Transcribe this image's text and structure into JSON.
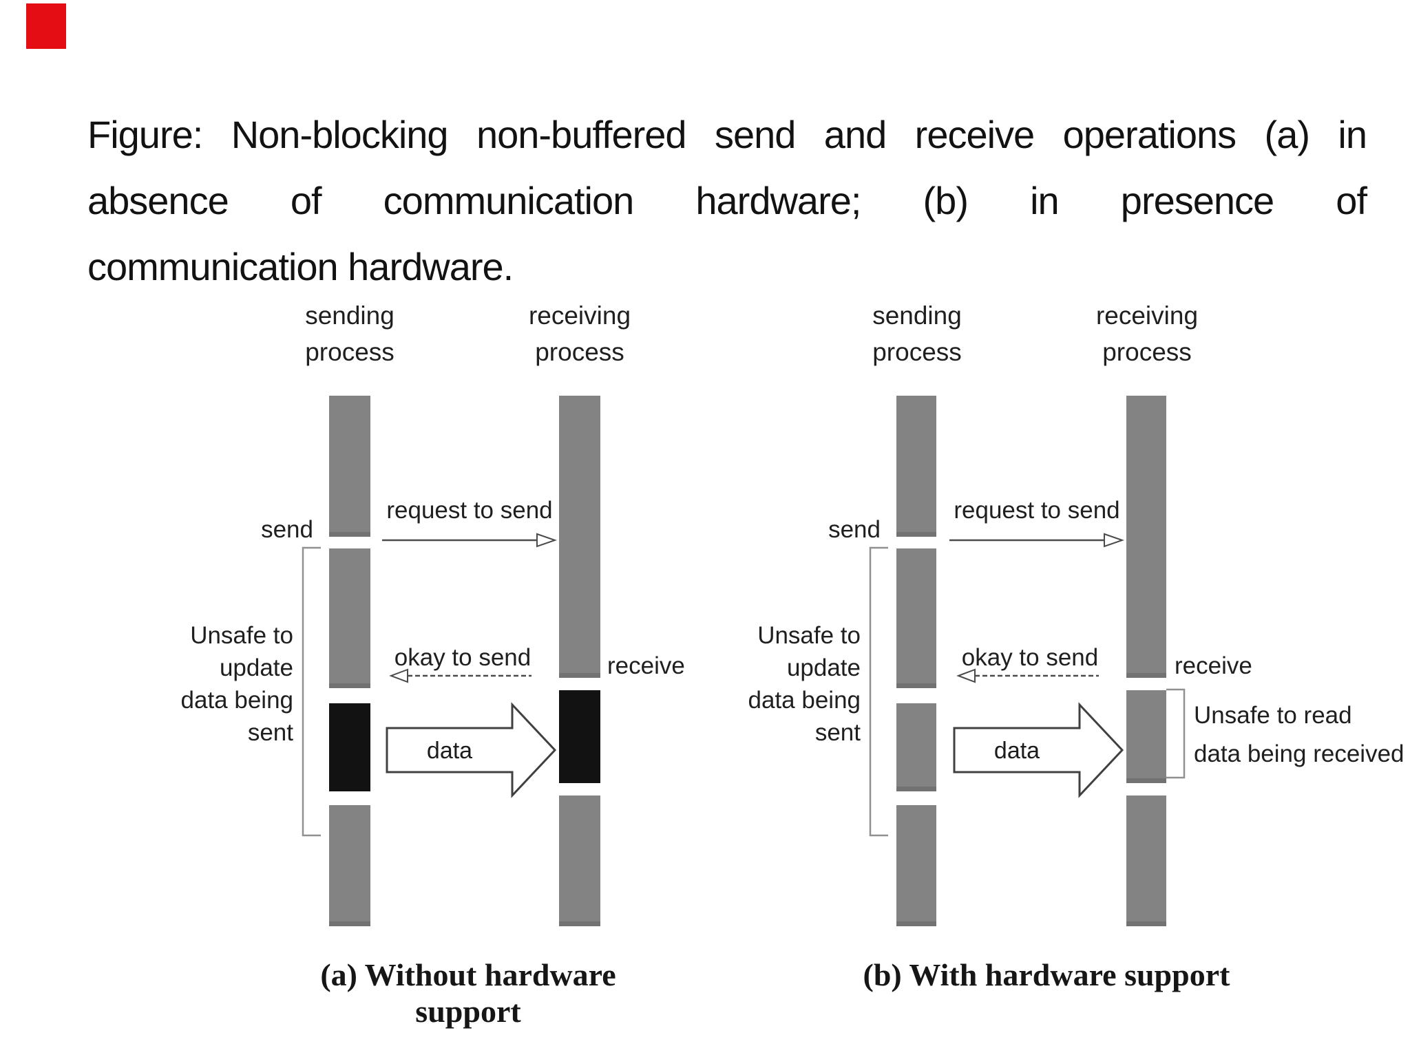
{
  "slide": {
    "title_lines": [
      "Figure: Non-blocking non-buffered send and receive operations (a) in",
      "absence of communication hardware; (b) in presence of",
      "communication hardware."
    ],
    "accent_color": "#e30d13"
  },
  "colors": {
    "bar_gray": "#838383",
    "bar_black": "#121212",
    "arrow_outline": "#4a4a4a",
    "bracket_gray": "#909090"
  },
  "panels": [
    {
      "sending_process": [
        "sending",
        "process"
      ],
      "receiving_process": [
        "receiving",
        "process"
      ],
      "send_label": "send",
      "receive_label": "receive",
      "request_label": "request to send",
      "okay_label": "okay to send",
      "data_label": "data",
      "unsafe_update_lines": [
        "Unsafe to",
        "update",
        "data being",
        "sent"
      ],
      "caption": "(a) Without hardware support"
    },
    {
      "sending_process": [
        "sending",
        "process"
      ],
      "receiving_process": [
        "receiving",
        "process"
      ],
      "send_label": "send",
      "receive_label": "receive",
      "request_label": "request to send",
      "okay_label": "okay to send",
      "data_label": "data",
      "unsafe_update_lines": [
        "Unsafe to",
        "update",
        "data being",
        "sent"
      ],
      "unsafe_read_lines": [
        "Unsafe to read",
        "data being received"
      ],
      "caption": "(b) With hardware support"
    }
  ]
}
